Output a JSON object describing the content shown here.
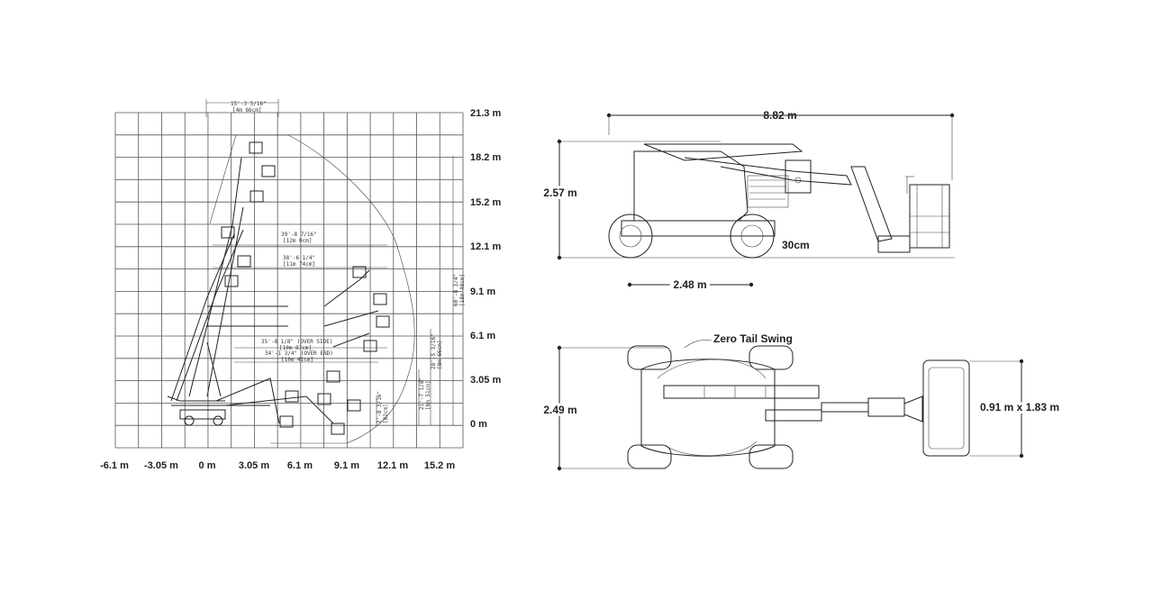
{
  "range_chart": {
    "y_labels": [
      "21.3 m",
      "18.2 m",
      "15.2 m",
      "12.1 m",
      "9.1 m",
      "6.1 m",
      "3.05 m",
      "0 m"
    ],
    "x_labels": [
      "-6.1 m",
      "-3.05 m",
      "0 m",
      "3.05 m",
      "6.1 m",
      "9.1 m",
      "12.1 m",
      "15.2 m"
    ],
    "annotations": {
      "top_outreach": "15'-3 5/16\"",
      "top_outreach_metric": "[4m 66cm]",
      "h1": "39'-8 7/16\"",
      "h1_metric": "[12m 0cm]",
      "h2": "38'-6 1/4\"",
      "h2_metric": "[11m 74cm]",
      "over_side": "35'-8 1/8\" (OVER SIDE)",
      "over_side_metric": "[10m 87cm]",
      "over_end": "34'-1 3/4\" (OVER END)",
      "over_end_metric": "[10m 41cm]",
      "v_total": "60'-8 3/4\"",
      "v_total_metric": "[18m 48cm]",
      "v_mid": "28'-5 3/16\"",
      "v_mid_metric": "[8m 66cm]",
      "v_low": "21'-7 1/8\"",
      "v_low_metric": "[6m 51cm]",
      "v_base": "2'-8 3/16\"",
      "v_base_metric": "[82cm]"
    }
  },
  "side_view": {
    "length": "8.82 m",
    "height": "2.57 m",
    "wheelbase": "2.48 m",
    "clearance": "30cm"
  },
  "top_view": {
    "zero_tail_swing": "Zero Tail Swing",
    "width": "2.49 m",
    "platform": "0.91 m x 1.83 m"
  }
}
